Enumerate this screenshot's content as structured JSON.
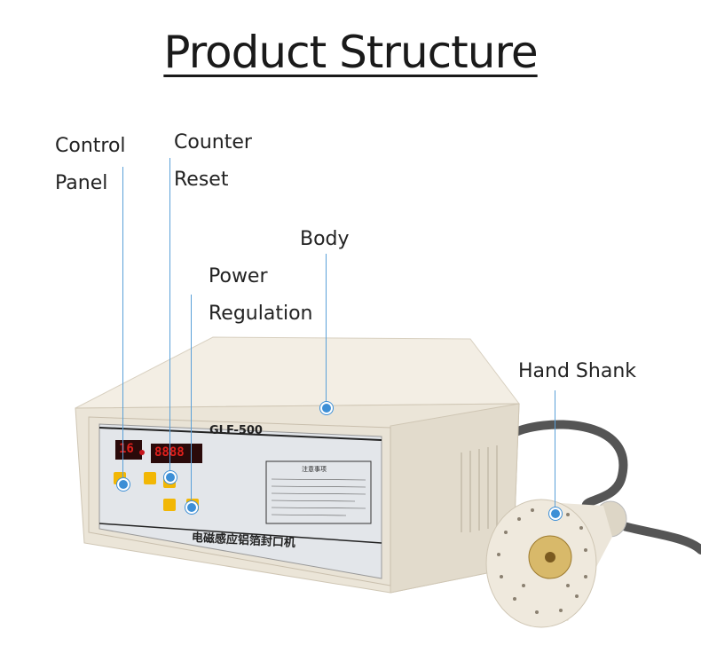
{
  "title": "Product Structure",
  "labels": {
    "control_panel": [
      "Control",
      "Panel"
    ],
    "counter_reset": [
      "Counter",
      "Reset"
    ],
    "body": "Body",
    "power_regulation": [
      "Power",
      "Regulation"
    ],
    "hand_shank": "Hand Shank"
  },
  "device": {
    "model": "GLF-500",
    "name_cn": "电磁感应铝箔封口机",
    "notice_title": "注意事项",
    "display_left": "16",
    "display_right": "8888",
    "colors": {
      "body": "#efe9dd",
      "panel": "#e6e8ea",
      "display": "#c8161c",
      "button": "#f2b705",
      "marker": "#3d8fd6"
    }
  }
}
